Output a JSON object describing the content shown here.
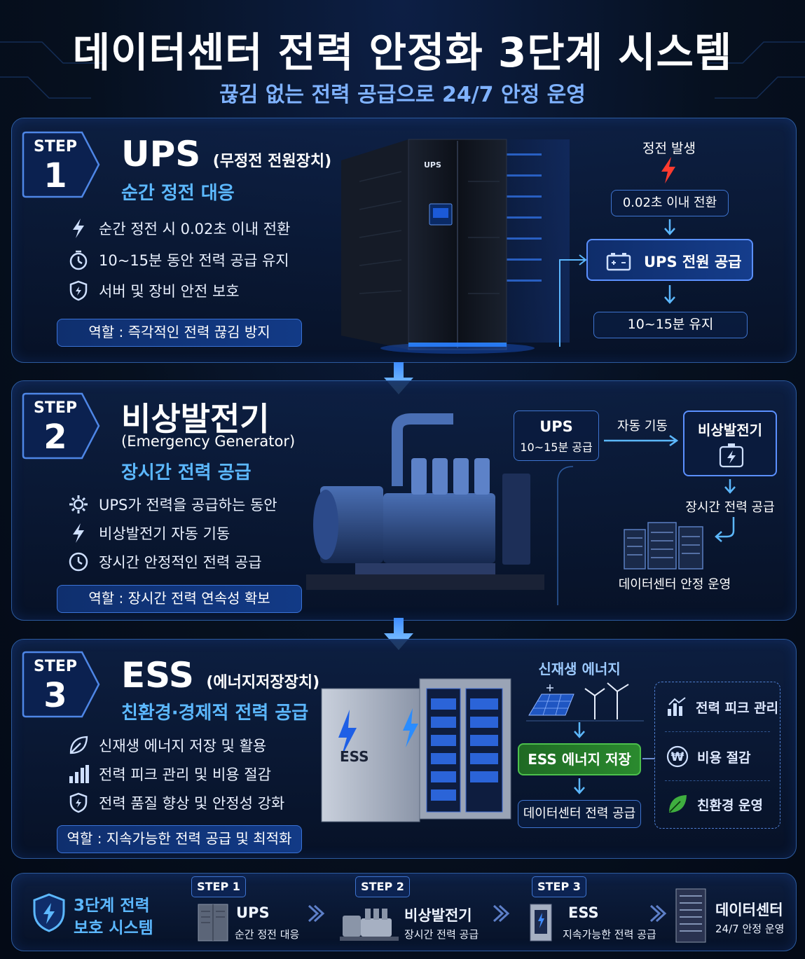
{
  "header": {
    "title": "데이터센터 전력 안정화 3단계 시스템",
    "subtitle": "끊김 없는 전력 공급으로 24/7 안정 운영"
  },
  "step1": {
    "badge_label": "STEP",
    "badge_num": "1",
    "title": "UPS",
    "title_paren": "(무정전 전원장치)",
    "subtitle": "순간 정전 대응",
    "features": [
      "순간 정전 시 0.02초 이내 전환",
      "10~15분 동안 전력 공급 유지",
      "서버 및 장비 안전 보호"
    ],
    "role": "역할 : 즉각적인 전력 끊김 방지",
    "cabinet_label": "UPS",
    "flow": {
      "event": "정전 발생",
      "switch": "0.02초 이내 전환",
      "supply": "UPS 전원 공급",
      "hold": "10~15분 유지"
    }
  },
  "step2": {
    "badge_label": "STEP",
    "badge_num": "2",
    "title": "비상발전기",
    "title_en": "(Emergency Generator)",
    "subtitle": "장시간 전력 공급",
    "features": [
      "UPS가 전력을 공급하는 동안",
      "비상발전기 자동 기동",
      "장시간 안정적인 전력 공급"
    ],
    "role": "역할 : 장시간 전력 연속성 확보",
    "flow": {
      "ups_title": "UPS",
      "ups_sub": "10~15분 공급",
      "auto_start": "자동 기동",
      "gen_title": "비상발전기",
      "long_supply": "장시간 전력 공급",
      "dc_run": "데이터센터  안정 운영"
    }
  },
  "step3": {
    "badge_label": "STEP",
    "badge_num": "3",
    "title": "ESS",
    "title_paren": "(에너지저장장치)",
    "subtitle": "친환경·경제적 전력 공급",
    "features": [
      "신재생 에너지 저장 및 활용",
      "전력 피크 관리 및 비용 절감",
      "전력 품질 향상 및 안정성 강화"
    ],
    "role": "역할 : 지속가능한 전력 공급 및 최적화",
    "cabinet_label": "ESS",
    "flow": {
      "renewable": "신재생 에너지",
      "storage": "ESS 에너지 저장",
      "dc_supply": "데이터센터 전력 공급",
      "benefits": [
        "전력 피크 관리",
        "비용 절감",
        "친환경 운영"
      ]
    }
  },
  "footer": {
    "shield_title_1": "3단계 전력",
    "shield_title_2": "보호 시스템",
    "items": [
      {
        "step": "STEP 1",
        "title": "UPS",
        "desc": "순간 정전 대응"
      },
      {
        "step": "STEP 2",
        "title": "비상발전기",
        "desc": "장시간 전력 공급"
      },
      {
        "step": "STEP 3",
        "title": "ESS",
        "desc": "지속가능한 전력 공급"
      }
    ],
    "dc_title": "데이터센터",
    "dc_desc": "24/7 안정 운영"
  },
  "colors": {
    "accent": "#5cb8ff",
    "panel_border": "#2c5a9e",
    "green": "#2f8a2f",
    "bolt_red": "#ff3b2f"
  }
}
